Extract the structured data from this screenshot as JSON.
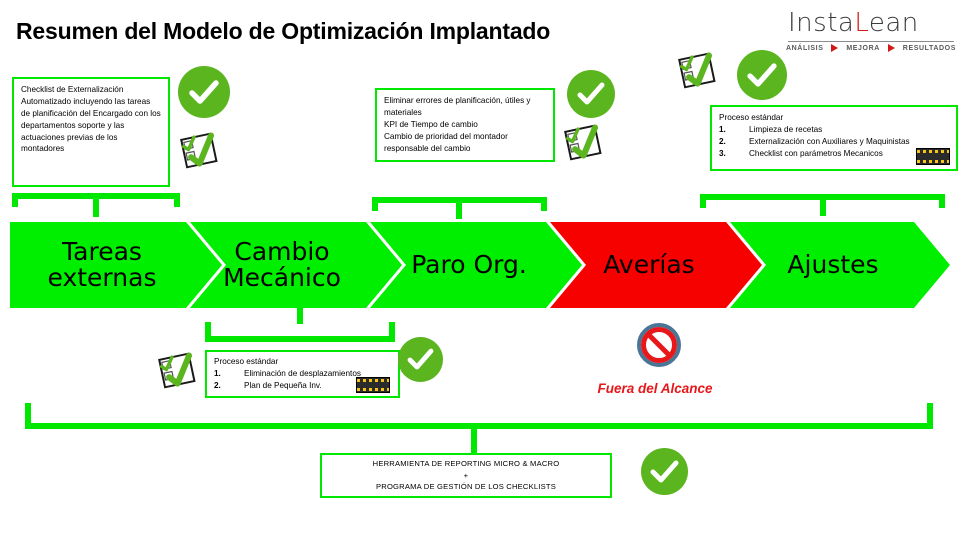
{
  "page": {
    "title": "Resumen del Modelo de Optimización Implantado",
    "background": "#ffffff"
  },
  "colors": {
    "chevron_green": "#00ee00",
    "chevron_red": "#f60000",
    "bracket_green": "#00e800",
    "check_green": "#5bb51f",
    "out_of_scope_red": "#e8171a",
    "logo_gray": "#3b3b3b",
    "logo_red": "#d11a12"
  },
  "logo": {
    "name_part1": "Insta",
    "name_part2": "L",
    "name_part3": "ean",
    "tagline": [
      "ANÁLISIS",
      "MEJORA",
      "RESULTADOS"
    ],
    "arrow_glyph": "triangle-right"
  },
  "process": {
    "steps": [
      {
        "label_line1": "Tareas",
        "label_line2": "externas",
        "color": "#00ee00",
        "state": "in-scope"
      },
      {
        "label_line1": "Cambio",
        "label_line2": "Mecánico",
        "color": "#00ee00",
        "state": "in-scope"
      },
      {
        "label_line1": "Paro Org.",
        "label_line2": "",
        "color": "#00ee00",
        "state": "in-scope"
      },
      {
        "label_line1": "Averías",
        "label_line2": "",
        "color": "#f60000",
        "state": "out-of-scope"
      },
      {
        "label_line1": "Ajustes",
        "label_line2": "",
        "color": "#00ee00",
        "state": "in-scope"
      }
    ]
  },
  "callouts": {
    "tareas_externas": {
      "text": "Checklist de Externalización Automatizado incluyendo las tareas de planificación del Encargado con los departamentos soporte y las actuaciones previas de los montadores"
    },
    "paro_org": {
      "lines": [
        "Eliminar errores de planificación, útiles y materiales",
        "KPI de Tiempo de cambio",
        "Cambio de prioridad del montador responsable del cambio"
      ]
    },
    "ajustes": {
      "heading": "Proceso estándar",
      "items": [
        {
          "n": "1.",
          "text": "Limpieza de recetas"
        },
        {
          "n": "2.",
          "text": "Externalización con Auxiliares y Maquinistas"
        },
        {
          "n": "3.",
          "text": "Checklist con parámetros Mecanicos"
        }
      ]
    },
    "cambio_mecanico": {
      "heading": "Proceso estándar",
      "items": [
        {
          "n": "1.",
          "text": "Eliminación de desplazamientos"
        },
        {
          "n": "2.",
          "text": "Plan de Pequeña Inv."
        }
      ]
    }
  },
  "out_of_scope": {
    "label": "Fuera del Alcance",
    "icon": "prohibition-icon"
  },
  "bottom": {
    "line1": "HERRAMIENTA DE REPORTING MICRO & MACRO",
    "line2": "+",
    "line3": "PROGRAMA DE GESTIÓN DE LOS CHECKLISTS"
  },
  "icons": {
    "check": "check-circle-icon",
    "clipboard": "clipboard-check-icon"
  }
}
